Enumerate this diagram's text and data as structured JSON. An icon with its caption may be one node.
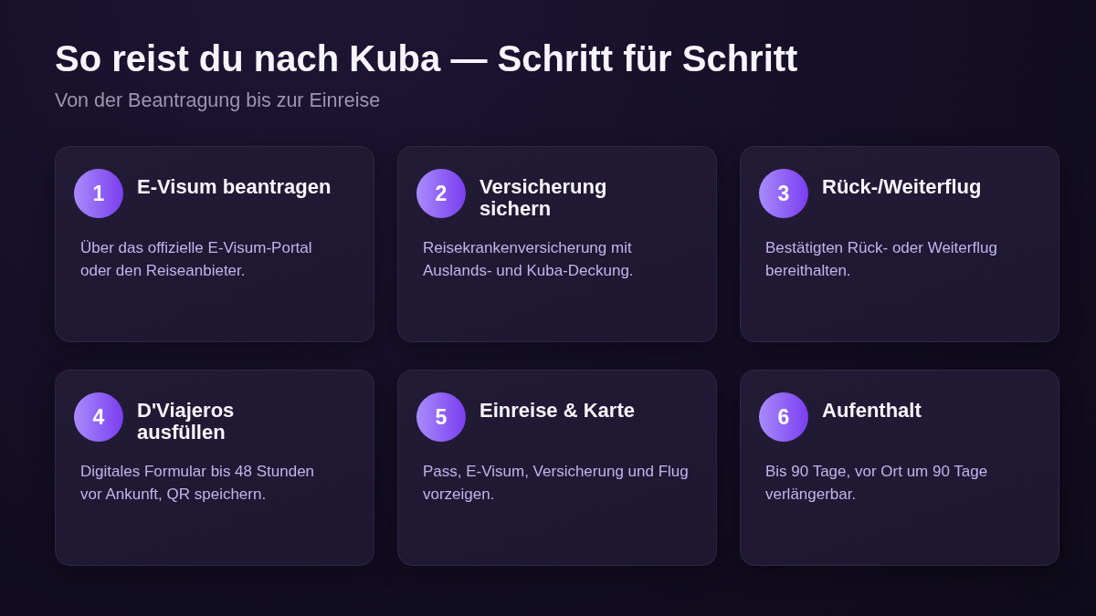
{
  "diagram": {
    "title": "So reist du nach Kuba — Schritt für Schritt",
    "caption": "Von der Beantragung bis zur Einreise",
    "nodes": [
      {
        "text": [
          "E-Visum beantragen",
          "Über das offizielle E-Visum-Portal oder den Reiseanbieter."
        ]
      },
      {
        "text": [
          "1"
        ],
        "in": 0
      },
      {
        "text": [
          "Versicherung sichern",
          "Reisekrankenversicherung mit Auslands- und Kuba-Deckung."
        ]
      },
      {
        "text": [
          "2"
        ],
        "in": 2
      },
      {
        "text": [
          "Rück-/Weiterflug",
          "Bestätigten Rück- oder Weiterflug bereithalten."
        ]
      },
      {
        "text": [
          "3"
        ],
        "in": 4
      },
      {
        "text": [
          "D'Viajeros ausfüllen",
          "Digitales Formular bis 48 Stunden vor Ankunft, QR speichern."
        ]
      },
      {
        "text": [
          "4"
        ],
        "in": 6
      },
      {
        "text": [
          "Einreise & Karte",
          "Pass, E-Visum, Versicherung und Flug vorzeigen."
        ]
      },
      {
        "text": [
          "5"
        ],
        "in": 8
      },
      {
        "text": [
          "Aufenthalt",
          "Bis 90 Tage, vor Ort um 90 Tage verlängerbar."
        ]
      },
      {
        "text": [
          "6"
        ],
        "in": 10
      }
    ],
    "edges": []
  }
}
